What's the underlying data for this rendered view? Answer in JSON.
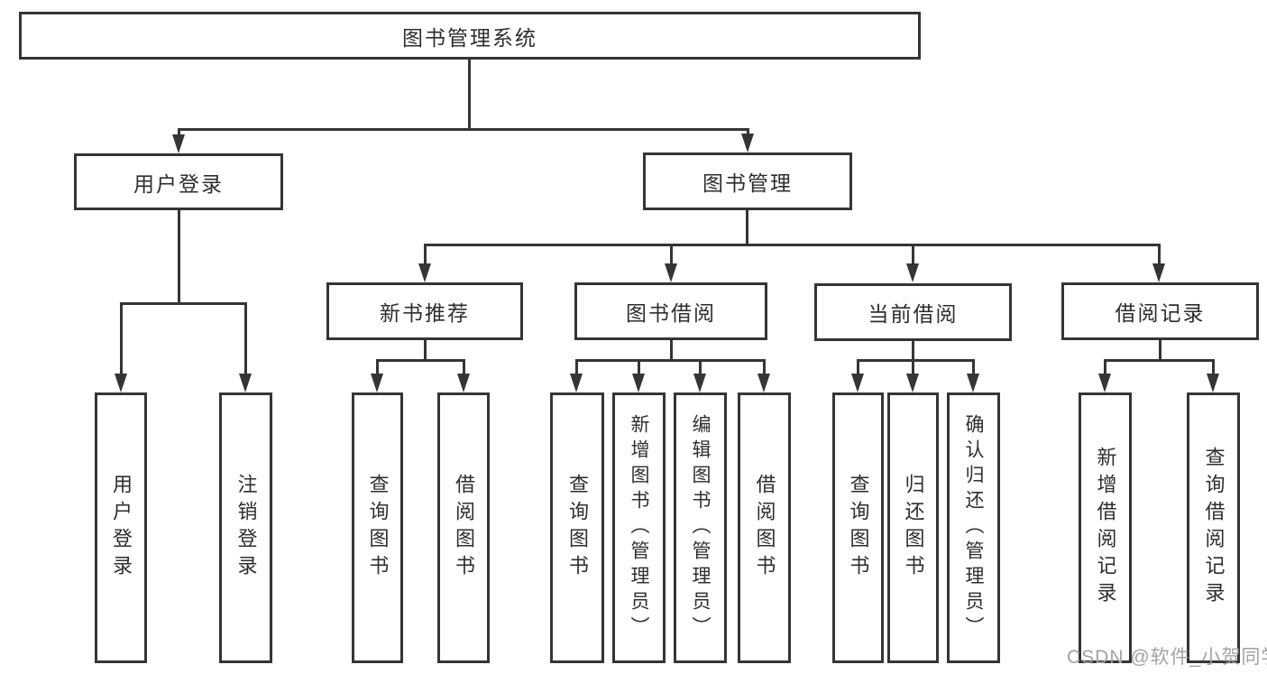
{
  "diagram": {
    "title": "图书管理系统",
    "level1": {
      "user_login": "用户登录",
      "book_management": "图书管理"
    },
    "level2": {
      "new_book_recommend": "新书推荐",
      "book_borrow": "图书借阅",
      "current_borrow": "当前借阅",
      "borrow_record": "借阅记录"
    },
    "leaves": {
      "g1": [
        "用户登录",
        "注销登录"
      ],
      "g2": [
        "查询图书",
        "借阅图书"
      ],
      "g3": [
        "查询图书",
        "新增图书（管理员）",
        "编辑图书（管理员）",
        "借阅图书"
      ],
      "g4": [
        "查询图书",
        "归还图书",
        "确认归还（管理员）"
      ],
      "g5": [
        "新增借阅记录",
        "查询借阅记录"
      ]
    }
  },
  "watermark": "CSDN @软件_小贺同学",
  "colors": {
    "line": "#353535",
    "text": "#2e2e2e",
    "watermark": "#a6a0a2",
    "background": "#ffffff"
  }
}
